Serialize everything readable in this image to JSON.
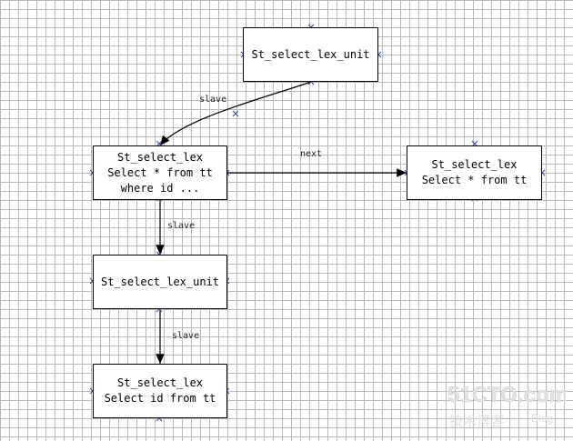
{
  "nodes": {
    "unit_top": {
      "lines": [
        "St_select_lex_unit"
      ]
    },
    "lex_main": {
      "lines": [
        "St_select_lex",
        "Select * from tt",
        "where id ..."
      ]
    },
    "lex_next": {
      "lines": [
        "St_select_lex",
        "Select * from tt"
      ]
    },
    "unit_mid": {
      "lines": [
        "St_select_lex_unit"
      ]
    },
    "lex_sub": {
      "lines": [
        "St_select_lex",
        "Select id from tt"
      ]
    }
  },
  "edges": {
    "slave_1": "slave",
    "next": "next",
    "slave_2": "slave",
    "slave_3": "slave"
  },
  "watermark": {
    "brand": "51CTO.com",
    "tagline": "技术博客",
    "blog": "Blog"
  }
}
